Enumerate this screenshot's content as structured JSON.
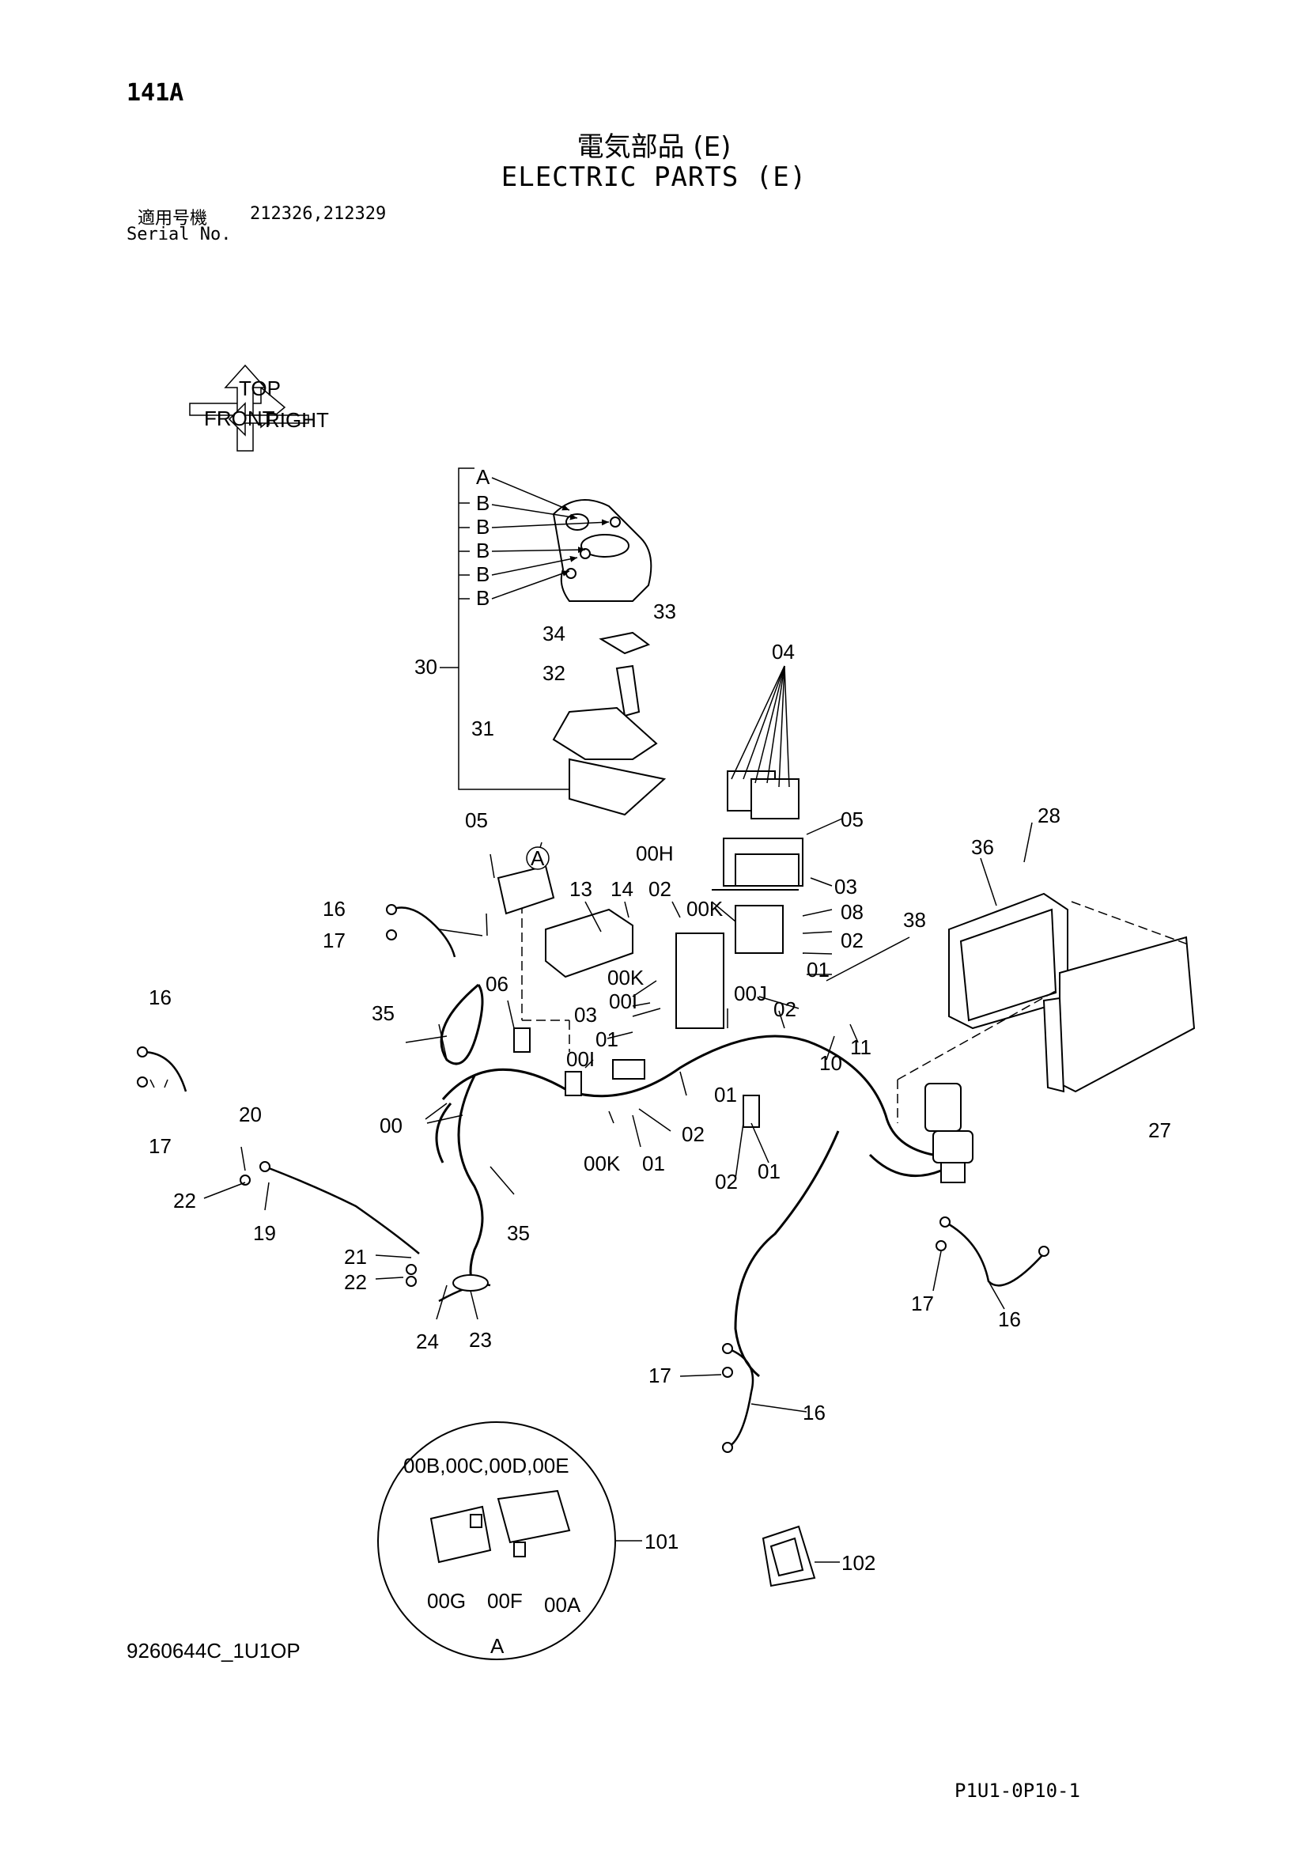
{
  "header": {
    "page_number": "141A",
    "title_jp": "電気部品 (E)",
    "title_en": "ELECTRIC PARTS (E)",
    "serial_label_jp": "適用号機",
    "serial_numbers": "212326,212329",
    "serial_label_en": "Serial No."
  },
  "footer": {
    "drawing_code": "9260644C_1U1OP",
    "page_code": "P1U1-0P10-1"
  },
  "orientation_icon": {
    "icon": "orientation-arrows-icon",
    "labels": [
      "FRONT",
      "TOP",
      "RIGHT"
    ]
  },
  "callouts": {
    "a": "A",
    "b": "B",
    "p30": "30",
    "p31": "31",
    "p32": "32",
    "p33": "33",
    "p34": "34",
    "p04": "04",
    "p05": "05",
    "p00h": "00H",
    "p28": "28",
    "p36": "36",
    "p13": "13",
    "p14": "14",
    "p02": "02",
    "p00k": "00K",
    "p03": "03",
    "p08": "08",
    "p38": "38",
    "p01": "01",
    "p00j": "00J",
    "p00i": "00I",
    "p16": "16",
    "p17": "17",
    "p06": "06",
    "p35": "35",
    "p00": "00",
    "p10": "10",
    "p11": "11",
    "p27": "27",
    "p20": "20",
    "p22": "22",
    "p19": "19",
    "p21": "21",
    "p24": "24",
    "p23": "23",
    "p00b": "00B,00C,00D,00E",
    "p101": "101",
    "p102": "102",
    "p00g": "00G",
    "p00f": "00F",
    "p00a": "00A"
  }
}
